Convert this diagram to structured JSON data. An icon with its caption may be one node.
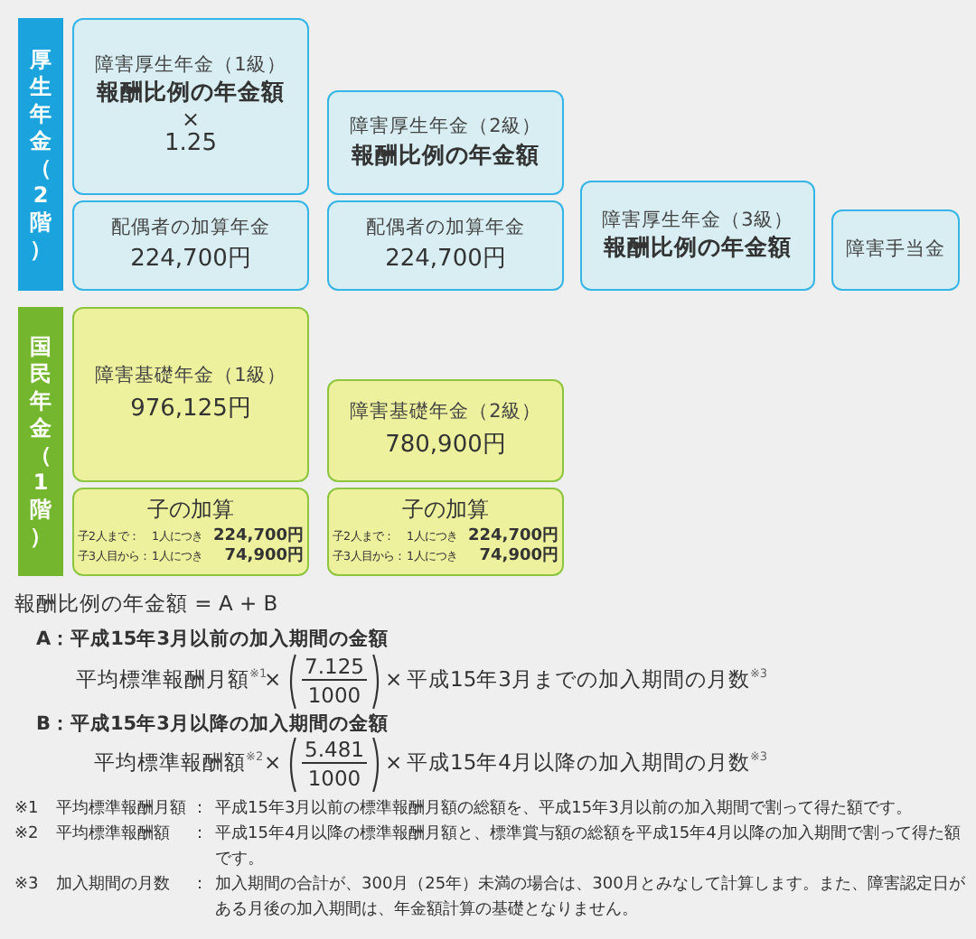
{
  "diagram": {
    "nodes": [
      {
        "text": [
          "厚生年金（2階）"
        ]
      },
      {
        "text": [
          "障害厚生年金（1級）",
          "報酬比例の年金額",
          "×",
          "1.25"
        ]
      },
      {
        "text": [
          "配偶者の加算年金",
          "224,700円"
        ]
      },
      {
        "text": [
          "障害厚生年金（2級）",
          "報酬比例の年金額"
        ]
      },
      {
        "text": [
          "配偶者の加算年金",
          "224,700円"
        ]
      },
      {
        "text": [
          "障害厚生年金（3級）",
          "報酬比例の年金額"
        ]
      },
      {
        "text": [
          "障害手当金"
        ]
      },
      {
        "text": [
          "国民年金（1階）"
        ]
      },
      {
        "text": [
          "障害基礎年金（1級）",
          "976,125円"
        ]
      },
      {
        "text": [
          "子の加算",
          "子2人まで：",
          "1人につき",
          "224,700円",
          "子3人目から：",
          "1人につき",
          "74,900円"
        ]
      },
      {
        "text": [
          "障害基礎年金（2級）",
          "780,900円"
        ]
      },
      {
        "text": [
          "子の加算",
          "子2人まで：",
          "1人につき",
          "224,700円",
          "子3人目から：",
          "1人につき",
          "74,900円"
        ]
      }
    ],
    "labels": [
      "報酬比例の年金額 = A + B",
      "A：平成15年3月以前の加入期間の金額",
      "平均標準報酬月額$^{※1}$",
      "×",
      "7.125",
      "1000",
      "×",
      "平成15年3月までの加入期間の月数$^{※3}$",
      "B：平成15年3月以降の加入期間の金額",
      "平均標準報酬額$^{※2}$",
      "×",
      "5.481",
      "1000",
      "×",
      "平成15年4月以降の加入期間の月数$^{※3}$",
      "※1",
      "平均標準報酬月額",
      "：",
      "平成15年3月以前の標準報酬月額の総額を、平成15年3月以前の加入期間で割って得た額です。",
      "※2",
      "平均標準報酬額",
      "：",
      "平成15年4月以降の標準報酬月額と、標準賞与額の総額を平成15年4月以降の加入期間で割って得た額です。",
      "※3",
      "加入期間の月数",
      "：",
      "加入期間の合計が、300月（25年）未満の場合は、300月とみなして計算します。また、障害認定日がある月後の加入期間は、年金額計算の基礎となりません。"
    ]
  }
}
